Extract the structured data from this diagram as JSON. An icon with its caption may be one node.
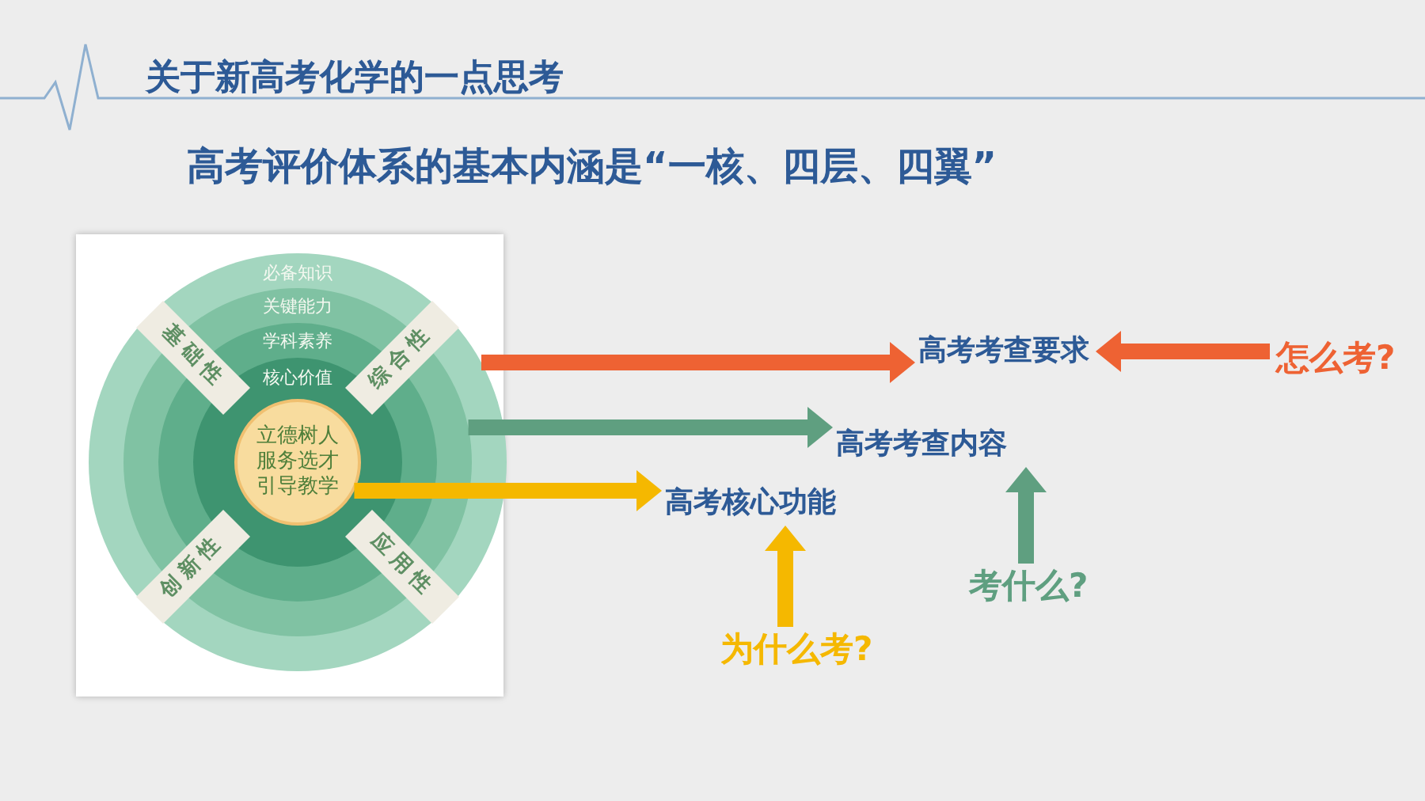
{
  "diagram": {
    "title": "关于新高考化学的一点思考",
    "nodes": [
      {
        "text": [
          "必备知识"
        ]
      },
      {
        "text": [
          "关键能力"
        ],
        "in": 0
      },
      {
        "text": [
          "学科素养"
        ],
        "in": 1
      },
      {
        "text": [
          "核心价值"
        ],
        "in": 2
      },
      {
        "text": [
          "立德树人服务选才引导教学"
        ],
        "in": 3
      },
      {
        "text": [
          "基础性"
        ],
        "in": 1
      },
      {
        "text": [
          "综合性"
        ],
        "in": 1
      },
      {
        "text": [
          "创新性"
        ],
        "in": 1
      },
      {
        "text": [
          "应用性"
        ],
        "in": 1
      },
      {
        "text": [
          "高考考查**要求**"
        ]
      },
      {
        "text": [
          "高考考查**内容**"
        ]
      },
      {
        "text": [
          "高考核心**功能**"
        ]
      },
      {
        "text": [
          "怎么考?"
        ]
      },
      {
        "text": [
          "考什么?"
        ]
      },
      {
        "text": [
          "为什么考?"
        ]
      }
    ],
    "edges": [
      {
        "from": 0,
        "to": 9,
        "arrow": "to",
        "color": "#ee6233"
      },
      {
        "from": 1,
        "to": 10,
        "arrow": "to",
        "color": "#5f9f80"
      },
      {
        "from": 4,
        "to": 11,
        "arrow": "to",
        "color": "#f5b800"
      },
      {
        "from": 12,
        "to": 9,
        "arrow": "to",
        "color": "#ee6233"
      },
      {
        "from": 13,
        "to": 10,
        "arrow": "to",
        "color": "#5f9f80"
      },
      {
        "from": 14,
        "to": 11,
        "arrow": "to",
        "color": "#f5b800"
      }
    ],
    "labels": [
      "高考评价体系的基本内涵是“一核、四层、四翼”"
    ]
  }
}
